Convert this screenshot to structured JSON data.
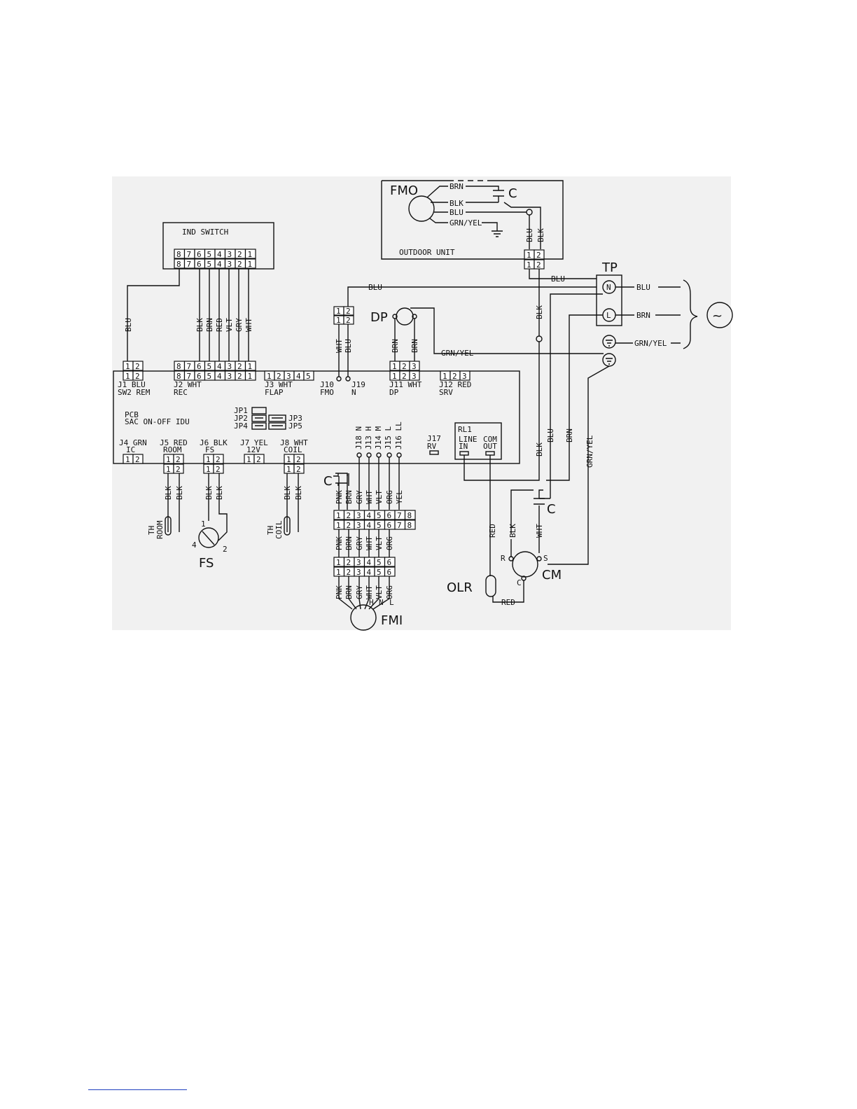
{
  "ind_switch": {
    "title": "IND  SWITCH",
    "pins": [
      "8",
      "7",
      "6",
      "5",
      "4",
      "3",
      "2",
      "1"
    ]
  },
  "outdoor": {
    "label": "OUTDOOR UNIT",
    "motor": "FMO",
    "cap": "C",
    "wires": [
      "BRN",
      "BLK",
      "BLU",
      "GRN/YEL"
    ],
    "conn_wires": [
      "BLU",
      "BLK"
    ],
    "pins": [
      "1",
      "2"
    ]
  },
  "tp": {
    "label": "TP",
    "n": "N",
    "l": "L"
  },
  "supply": {
    "blu": "BLU",
    "brn": "BRN",
    "gy": "GRN/YEL",
    "ac": "~"
  },
  "wires": {
    "blu": "BLU",
    "blk": "BLK",
    "brn": "BRN",
    "red": "RED",
    "vlt": "VLT",
    "gry": "GRY",
    "wht": "WHT",
    "grn_yel": "GRN/YEL",
    "pnk": "PNK",
    "org": "ORG",
    "yel": "YEL"
  },
  "pcb": {
    "line1": "PCB",
    "line2": "SAC ON-OFF IDU",
    "j1": {
      "l1": "J1 BLU",
      "l2": "SW2 REM"
    },
    "j2": {
      "l1": "J2 WHT",
      "l2": "REC"
    },
    "j3": {
      "l1": "J3 WHT",
      "l2": "FLAP",
      "pins": [
        "1",
        "2",
        "3",
        "4",
        "5"
      ]
    },
    "j10": {
      "l1": "J10",
      "l2": "FMO"
    },
    "j19": {
      "l1": "J19",
      "l2": "N"
    },
    "j11": {
      "l1": "J11 WHT",
      "l2": "DP"
    },
    "j12": {
      "l1": "J12 RED",
      "l2": "SRV"
    },
    "jp": [
      "JP1",
      "JP2",
      "JP3",
      "JP4",
      "JP5"
    ],
    "j4": {
      "l1": "J4 GRN",
      "l2": "IC"
    },
    "j5": {
      "l1": "J5 RED",
      "l2": "ROOM"
    },
    "j6": {
      "l1": "J6 BLK",
      "l2": "FS"
    },
    "j7": {
      "l1": "J7 YEL",
      "l2": "12V"
    },
    "j8": {
      "l1": "J8 WHT",
      "l2": "COIL"
    },
    "fan_jacks": [
      "J18 N",
      "J13 H",
      "J14 M",
      "J15 L",
      "J16 LL"
    ],
    "j17": {
      "l1": "J17",
      "l2": "RV"
    },
    "rl1": {
      "title": "RL1",
      "in1": "LINE",
      "in2": "IN",
      "out1": "COM",
      "out2": "OUT"
    }
  },
  "dp": "DP",
  "fs": {
    "label": "FS",
    "p1": "1",
    "p2": "2",
    "p4": "4"
  },
  "th_room": {
    "l1": "TH",
    "l2": "ROOM"
  },
  "th_coil": {
    "l1": "TH",
    "l2": "COIL"
  },
  "fmi": {
    "label": "FMI",
    "cap": "C",
    "h": "H",
    "n": "N",
    "l": "L"
  },
  "cm": {
    "label": "CM",
    "r": "R",
    "s": "S",
    "c": "C",
    "cap": "C"
  },
  "olr": "OLR"
}
